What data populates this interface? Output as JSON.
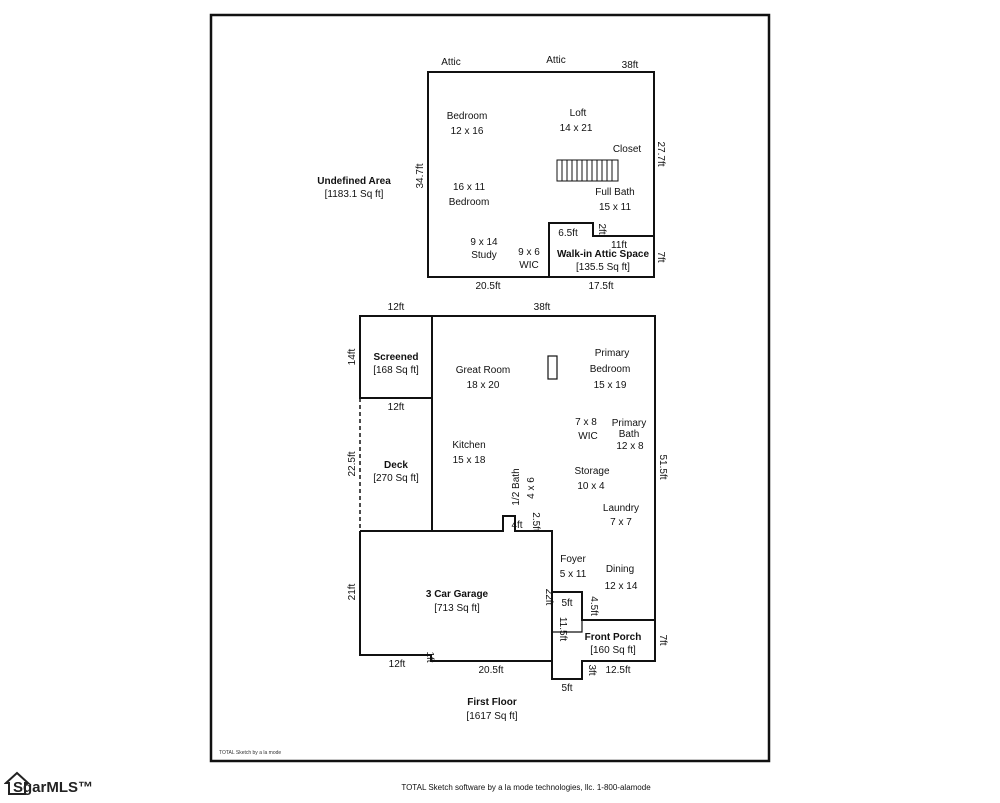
{
  "upper": {
    "labels": {
      "attic_left": "Attic",
      "attic_right": "Attic",
      "top_dim": "38ft",
      "left_dim": "34.7ft",
      "right_dim": "27.7ft",
      "bedroom1_name": "Bedroom",
      "bedroom1_size": "12 x 16",
      "loft_name": "Loft",
      "loft_size": "14 x 21",
      "closet": "Closet",
      "bedroom2_size": "16 x 11",
      "bedroom2_name": "Bedroom",
      "fullbath_name": "Full Bath",
      "fullbath_size": "15 x 11",
      "study_size": "9 x 14",
      "study_name": "Study",
      "wic_size": "9 x 6",
      "wic_name": "WIC",
      "dim_6_5": "6.5ft",
      "dim_2": "2ft",
      "dim_11": "11ft",
      "dim_7": "7ft",
      "walkin_name": "Walk-in Attic Space",
      "walkin_area": "[135.5 Sq ft]",
      "bottom_left_dim": "20.5ft",
      "bottom_right_dim": "17.5ft"
    }
  },
  "undefined_area": {
    "name": "Undefined Area",
    "area": "[1183.1 Sq ft]"
  },
  "first_floor": {
    "labels": {
      "top_left_dim": "12ft",
      "top_dim": "38ft",
      "screened_dim": "14ft",
      "screened_name": "Screened",
      "screened_area": "[168 Sq ft]",
      "deck_top_dim": "12ft",
      "deck_side_dim": "22.5ft",
      "deck_name": "Deck",
      "deck_area": "[270 Sq ft]",
      "greatroom_name": "Great Room",
      "greatroom_size": "18 x 20",
      "primary_name1": "Primary",
      "primary_name2": "Bedroom",
      "primary_size": "15 x 19",
      "wic_size": "7 x 8",
      "wic_name": "WIC",
      "pbath_name1": "Primary",
      "pbath_name2": "Bath",
      "pbath_size": "12 x 8",
      "kitchen_name": "Kitchen",
      "kitchen_size": "15 x 18",
      "halfbath_name": "1/2 Bath",
      "halfbath_size": "4 x 6",
      "storage_name": "Storage",
      "storage_size": "10 x 4",
      "right_dim": "51.5ft",
      "laundry_name": "Laundry",
      "laundry_size": "7 x 7",
      "dim_4": "4ft",
      "dim_2_5": "2.5ft",
      "foyer_name": "Foyer",
      "foyer_size": "5 x 11",
      "dining_name": "Dining",
      "dining_size": "12 x 14",
      "garage_left_dim": "21ft",
      "garage_name": "3 Car Garage",
      "garage_area": "[713 Sq ft]",
      "dim_22": "22ft",
      "dim_5_top": "5ft",
      "dim_4_5": "4.5ft",
      "dim_11_5": "11.5ft",
      "porch_name": "Front Porch",
      "porch_area": "[160 Sq ft]",
      "dim_7": "7ft",
      "bottom_12": "12ft",
      "dim_1": "1ft",
      "bottom_20_5": "20.5ft",
      "dim_3": "3ft",
      "bottom_12_5": "12.5ft",
      "bottom_5": "5ft",
      "floor_name": "First Floor",
      "floor_area": "[1617 Sq ft]"
    }
  },
  "footer": {
    "small_credit": "TOTAL Sketch by a la mode",
    "credit": "TOTAL Sketch software by a la mode technologies, llc. 1-800-alamode",
    "logo_text": "SgarMLS™"
  }
}
